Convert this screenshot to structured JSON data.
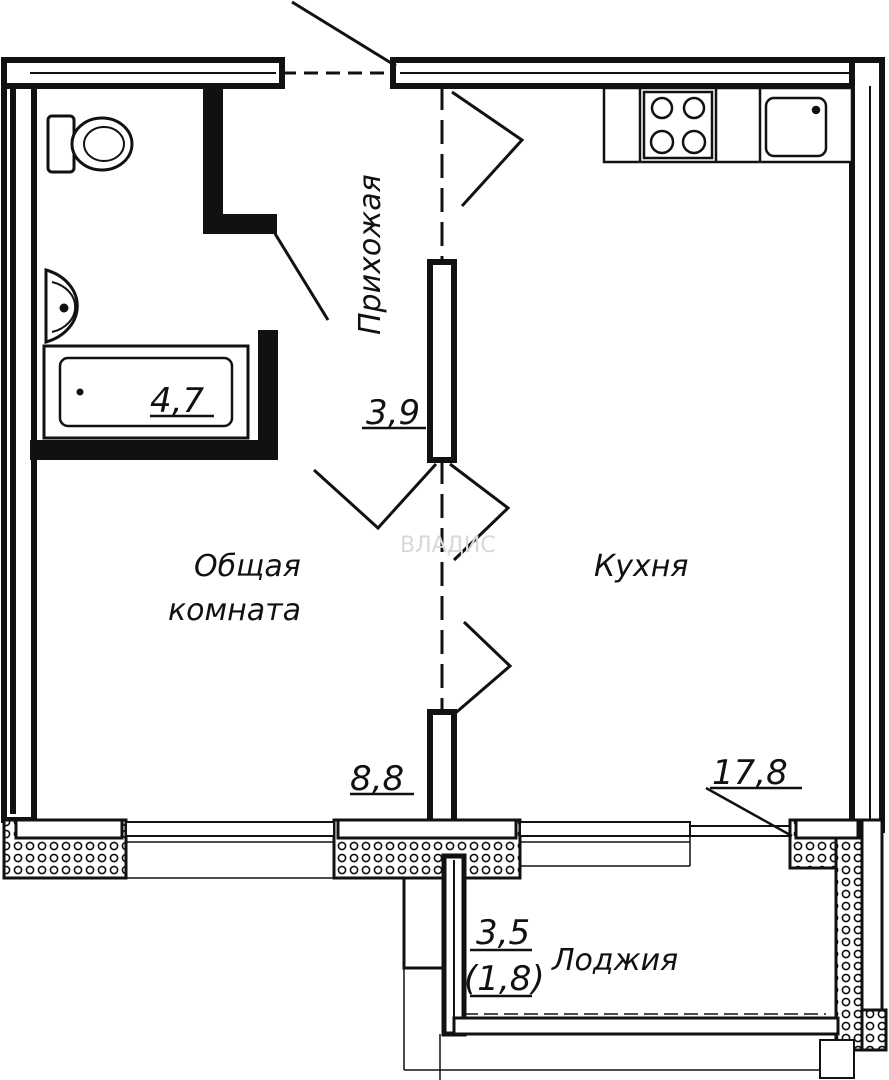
{
  "rooms": {
    "bathroom": {
      "area": "4,7"
    },
    "hallway": {
      "name": "Прихожая",
      "area": "3,9"
    },
    "living": {
      "name_line1": "Общая",
      "name_line2": "комната",
      "area": "8,8"
    },
    "kitchen": {
      "name": "Кухня",
      "area": "17,8"
    },
    "loggia": {
      "name": "Лоджия",
      "area": "3,5",
      "area_reduced": "(1,8)"
    }
  },
  "watermark": "ВЛАДИС",
  "colors": {
    "wall": "#111111",
    "background": "#ffffff"
  }
}
